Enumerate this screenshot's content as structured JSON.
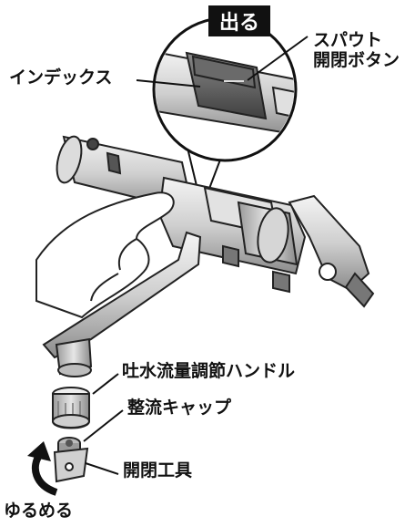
{
  "labels": {
    "deru": "出る",
    "spout_button": "スパウト\n開閉ボタン",
    "index": "インデックス",
    "flow_handle": "吐水流量調節ハンドル",
    "rectifier_cap": "整流キャップ",
    "tool": "開閉工具",
    "loosen": "ゆるめる"
  }
}
